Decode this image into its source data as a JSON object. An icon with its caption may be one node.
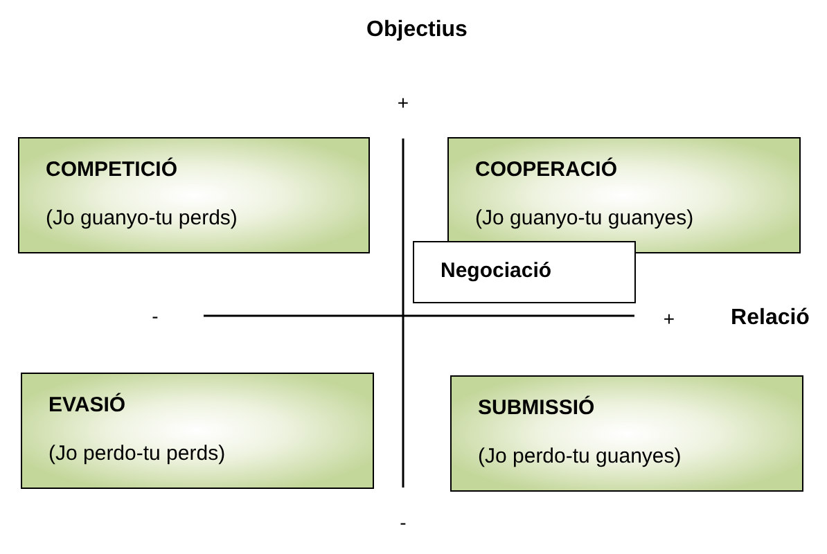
{
  "diagram": {
    "nodes": [
      {
        "text": [
          "COMPETICIÓ",
          "(Jo guanyo-tu perds)"
        ]
      },
      {
        "text": [
          "COOPERACIÓ",
          "(Jo guanyo-tu guanyes)"
        ]
      },
      {
        "text": [
          "Negociació"
        ]
      },
      {
        "text": [
          "EVASIÓ",
          "(Jo perdo-tu perds)"
        ]
      },
      {
        "text": [
          "SUBMISSIÓ",
          "(Jo perdo-tu guanyes)"
        ]
      }
    ],
    "edges": [],
    "labels": [
      "Objectius",
      "+",
      "-",
      "+",
      "Relació",
      "-"
    ]
  }
}
